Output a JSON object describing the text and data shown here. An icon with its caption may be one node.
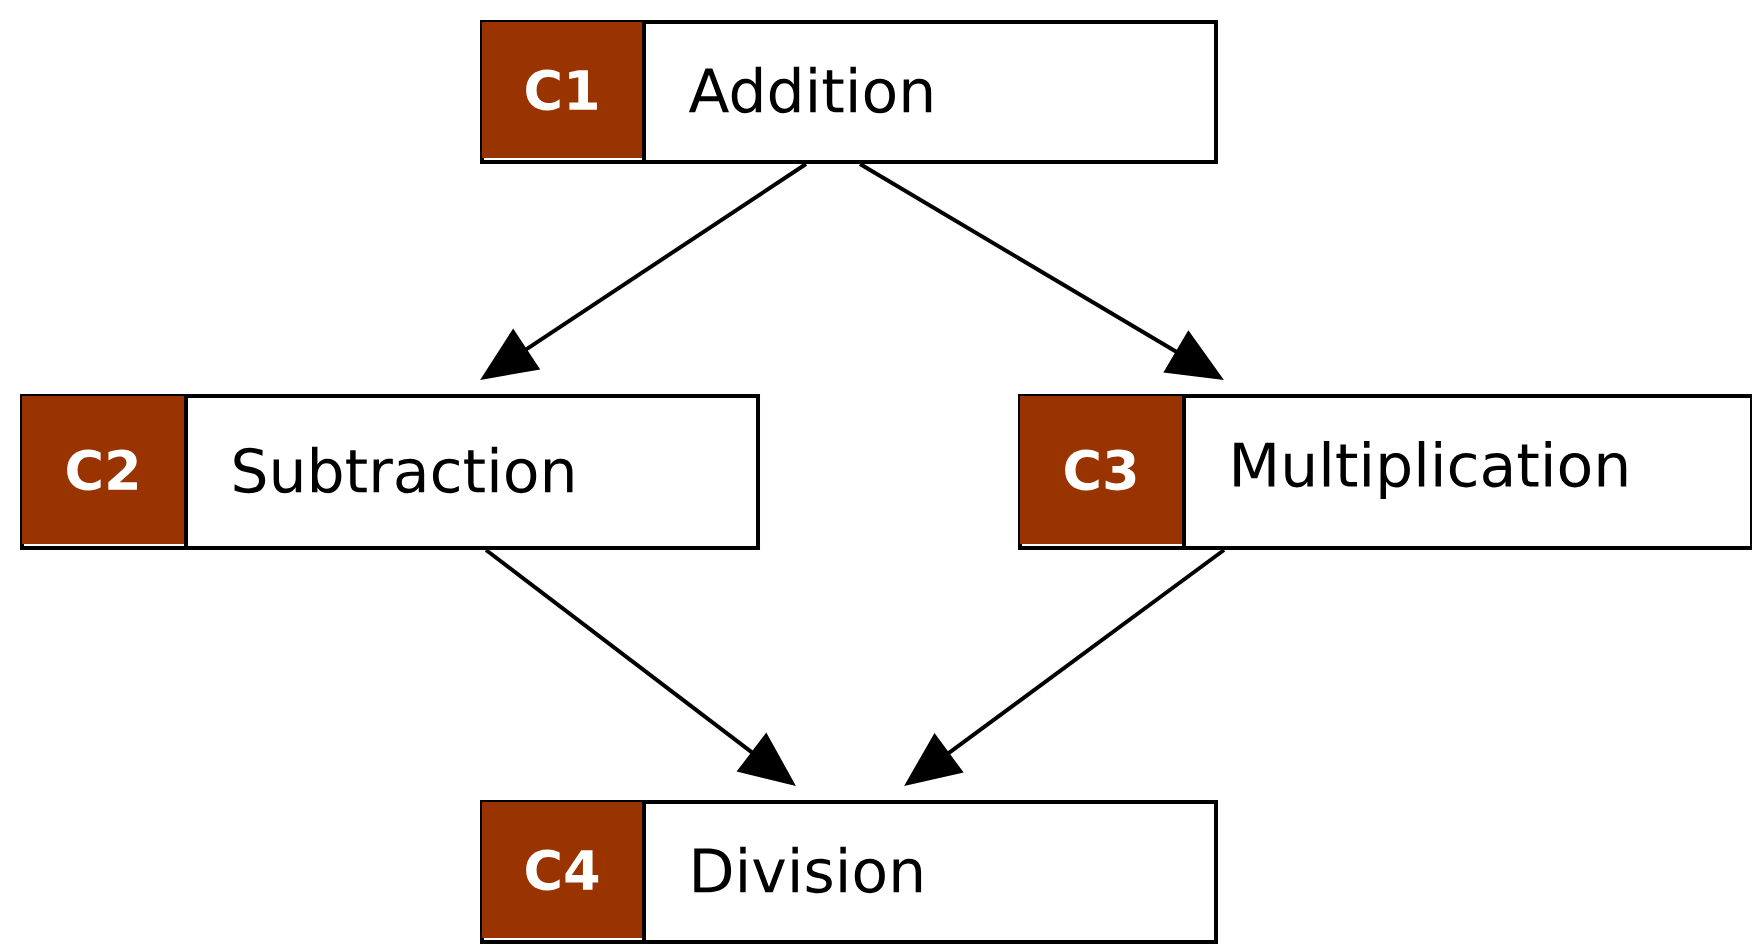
{
  "diagram": {
    "nodes": [
      {
        "text": [
          "C1",
          "Addition"
        ]
      },
      {
        "text": [
          "C2",
          "Subtraction"
        ]
      },
      {
        "text": [
          "C3",
          "Multiplication"
        ]
      },
      {
        "text": [
          "C4",
          "Division"
        ]
      }
    ],
    "edges": [
      {
        "from": 0,
        "to": 1,
        "arrow": "to"
      },
      {
        "from": 0,
        "to": 2,
        "arrow": "to"
      },
      {
        "from": 1,
        "to": 3,
        "arrow": "to"
      },
      {
        "from": 2,
        "to": 3,
        "arrow": "to"
      }
    ]
  }
}
